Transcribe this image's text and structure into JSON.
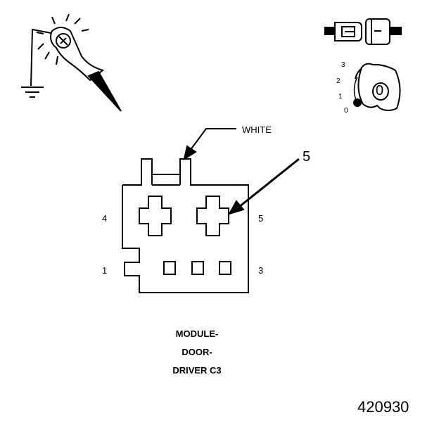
{
  "diagram": {
    "wire_color_label": "WHITE",
    "callout_number": "5",
    "pin_labels": {
      "top_left": "4",
      "top_right": "5",
      "bottom_left": "1",
      "bottom_right": "3"
    },
    "connector_name_lines": [
      "MODULE-",
      "DOOR-",
      "DRIVER C3"
    ],
    "figure_number": "420930",
    "ignition_positions": [
      "3",
      "2",
      "1",
      "0"
    ],
    "key_label": "0"
  },
  "icons": [
    "test-light-probe-icon",
    "ground-symbol-icon",
    "connector-disconnected-icon",
    "ignition-key-off-icon"
  ]
}
